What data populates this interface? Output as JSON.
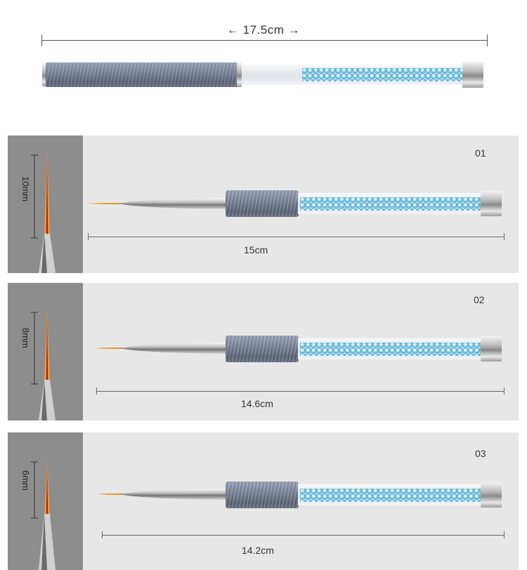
{
  "top": {
    "length_label": "← 17.5cm →"
  },
  "brushes": [
    {
      "number": "01",
      "tip_length": "10mm",
      "total_length": "15cm"
    },
    {
      "number": "02",
      "tip_length": "8mm",
      "total_length": "14.6cm"
    },
    {
      "number": "03",
      "tip_length": "6mm",
      "total_length": "14.2cm"
    }
  ],
  "colors": {
    "panel_bg": "#e7e7e7",
    "thumb_bg": "#8d8d8d",
    "grip": "#7d879b",
    "pearls": "#7fc8e6",
    "hair": "#f2a23a"
  }
}
